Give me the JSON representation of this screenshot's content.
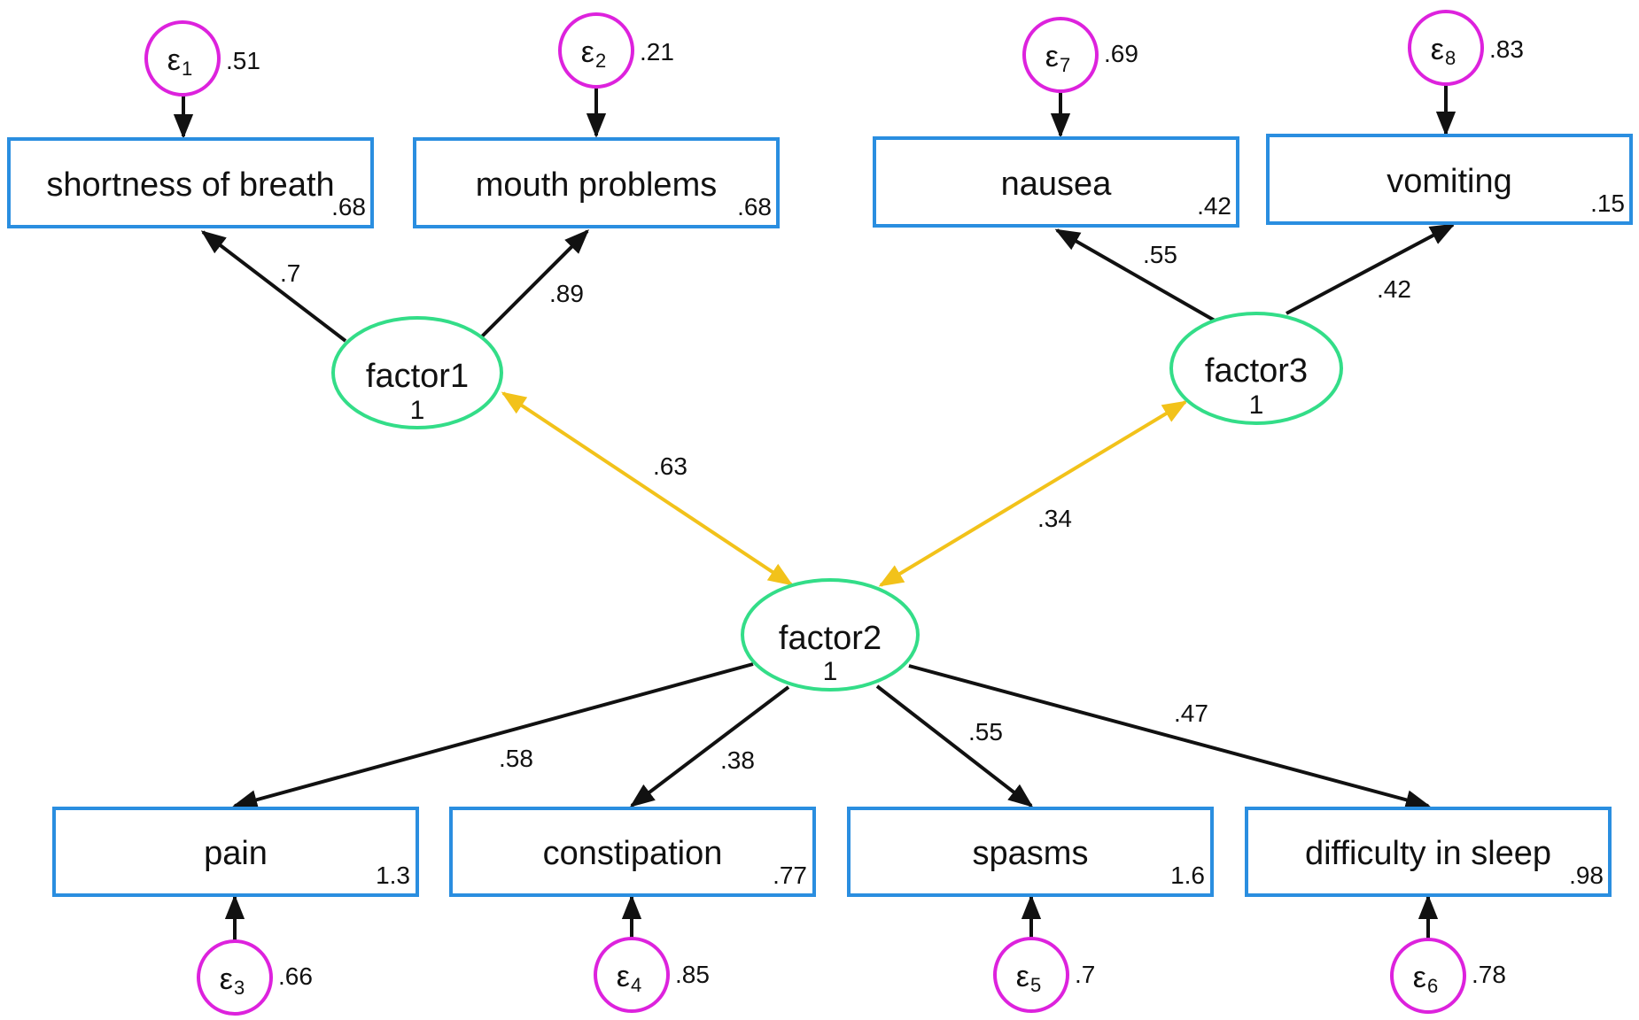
{
  "observed": [
    {
      "id": "sob",
      "label": "shortness of breath",
      "intercept": ".68"
    },
    {
      "id": "mouth",
      "label": "mouth problems",
      "intercept": ".68"
    },
    {
      "id": "nausea",
      "label": "nausea",
      "intercept": ".42"
    },
    {
      "id": "vomiting",
      "label": "vomiting",
      "intercept": ".15"
    },
    {
      "id": "pain",
      "label": "pain",
      "intercept": "1.3"
    },
    {
      "id": "constipation",
      "label": "constipation",
      "intercept": ".77"
    },
    {
      "id": "spasms",
      "label": "spasms",
      "intercept": "1.6"
    },
    {
      "id": "sleep",
      "label": "difficulty in sleep",
      "intercept": ".98"
    }
  ],
  "factors": [
    {
      "id": "factor1",
      "label": "factor1",
      "variance": "1"
    },
    {
      "id": "factor2",
      "label": "factor2",
      "variance": "1"
    },
    {
      "id": "factor3",
      "label": "factor3",
      "variance": "1"
    }
  ],
  "errors": [
    {
      "id": "e1",
      "symbol": "ε",
      "sub": "1",
      "variance": ".51"
    },
    {
      "id": "e2",
      "symbol": "ε",
      "sub": "2",
      "variance": ".21"
    },
    {
      "id": "e7",
      "symbol": "ε",
      "sub": "7",
      "variance": ".69"
    },
    {
      "id": "e8",
      "symbol": "ε",
      "sub": "8",
      "variance": ".83"
    },
    {
      "id": "e3",
      "symbol": "ε",
      "sub": "3",
      "variance": ".66"
    },
    {
      "id": "e4",
      "symbol": "ε",
      "sub": "4",
      "variance": ".85"
    },
    {
      "id": "e5",
      "symbol": "ε",
      "sub": "5",
      "variance": ".7"
    },
    {
      "id": "e6",
      "symbol": "ε",
      "sub": "6",
      "variance": ".78"
    }
  ],
  "loadings": [
    {
      "from": "factor1",
      "to": "sob",
      "value": ".7"
    },
    {
      "from": "factor1",
      "to": "mouth",
      "value": ".89"
    },
    {
      "from": "factor3",
      "to": "nausea",
      "value": ".55"
    },
    {
      "from": "factor3",
      "to": "vomiting",
      "value": ".42"
    },
    {
      "from": "factor2",
      "to": "pain",
      "value": ".58"
    },
    {
      "from": "factor2",
      "to": "constipation",
      "value": ".38"
    },
    {
      "from": "factor2",
      "to": "spasms",
      "value": ".55"
    },
    {
      "from": "factor2",
      "to": "sleep",
      "value": ".47"
    }
  ],
  "covariances": [
    {
      "between": [
        "factor1",
        "factor2"
      ],
      "value": ".63"
    },
    {
      "between": [
        "factor3",
        "factor2"
      ],
      "value": ".34"
    }
  ],
  "colors": {
    "observed_border": "#2a8ee0",
    "factor_border": "#33dd88",
    "error_border": "#dd22dd",
    "covariance_arrow": "#f2c21a",
    "path_arrow": "#111111"
  }
}
